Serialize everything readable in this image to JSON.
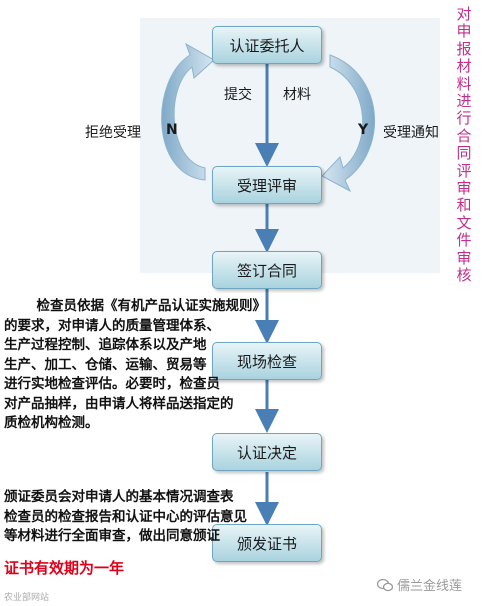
{
  "steps": [
    {
      "label": "认证委托人"
    },
    {
      "label": "受理评审"
    },
    {
      "label": "签订合同"
    },
    {
      "label": "现场检查"
    },
    {
      "label": "认证决定"
    },
    {
      "label": "颁发证书"
    }
  ],
  "submit_label": "提交",
  "materials_label": "材料",
  "reject": {
    "text": "拒绝受理",
    "letter": "N"
  },
  "accept": {
    "text": "受理通知",
    "letter": "Y"
  },
  "review_note": "对申报材料进行合同评审和文件审核",
  "inspection_note": "    检查员依据《有机产品认证实施规则》\n的要求，对申请人的质量管理体系、\n生产过程控制、追踪体系以及产地\n生产、加工、仓储、运输、贸易等\n进行实地检查评估。必要时，检查员\n对产品抽样，由申请人将样品送指定的\n质检机构检测。",
  "decision_note": "颁证委员会对申请人的基本情况调查表\n检查员的检查报告和认证中心的评估意见\n等材料进行全面审查，做出同意颁证",
  "validity": "证书有效期为一年",
  "watermark": "儒兰金线莲",
  "watermark_left": "农业部网站",
  "colors": {
    "box_border": "#6fa6bf",
    "box_fill_top": "#e8f4f7",
    "box_fill_bottom": "#a9d3df",
    "arrow": "#4a7fb5",
    "curve_arrow": "#a7c6dc",
    "vertical_text": "#c0308a",
    "validity_text": "#e0001a",
    "highlight_band": "#eaf1f6"
  }
}
